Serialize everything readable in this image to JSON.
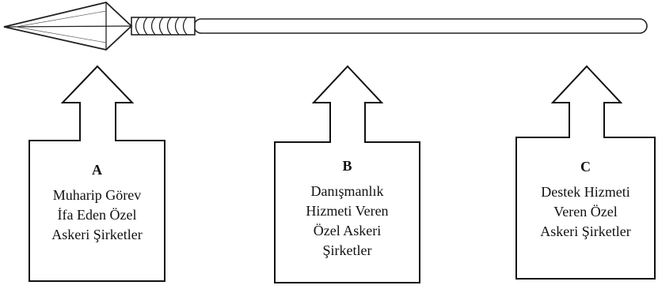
{
  "columns": [
    {
      "letter": "A",
      "lines": [
        "Muharip Görev",
        "İfa Eden Özel",
        "Askeri Şirketler"
      ]
    },
    {
      "letter": "B",
      "lines": [
        "Danışmanlık",
        "Hizmeti Veren",
        "Özel Askeri",
        "Şirketler"
      ]
    },
    {
      "letter": "C",
      "lines": [
        "Destek Hizmeti",
        "Veren Özel",
        "Askeri Şirketler"
      ]
    }
  ]
}
